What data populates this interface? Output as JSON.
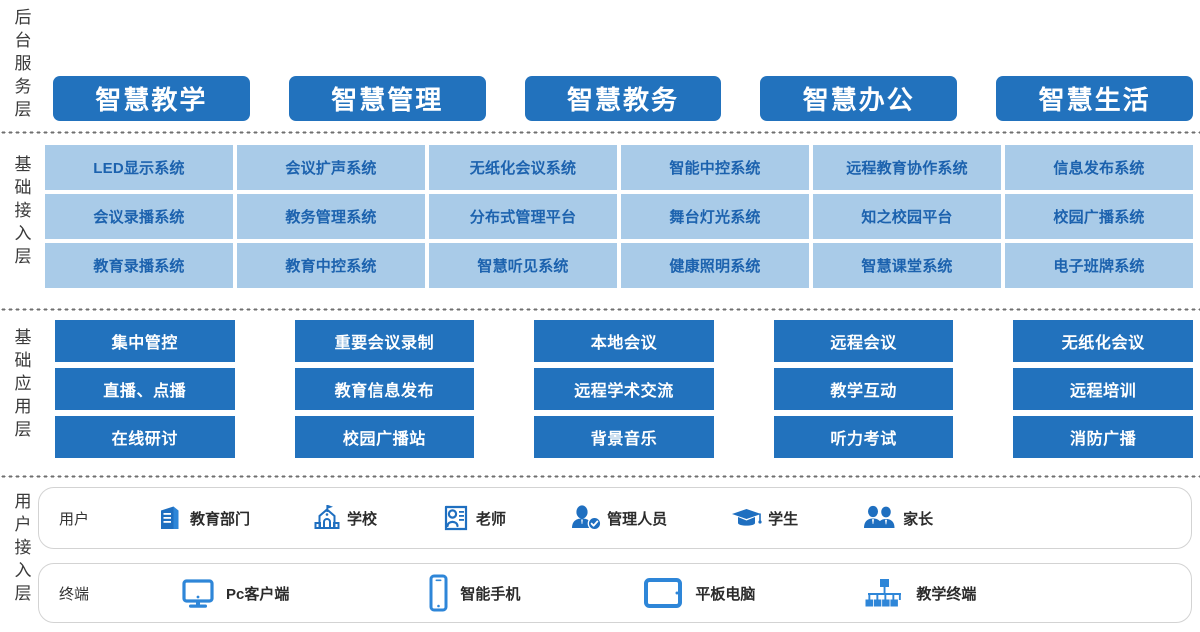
{
  "layers": [
    {
      "name": "backend-service-layer",
      "label": "后台服务层"
    },
    {
      "name": "basic-access-layer",
      "label": "基础接入层"
    },
    {
      "name": "basic-application-layer",
      "label": "基础应用层"
    },
    {
      "name": "user-access-layer",
      "label": "用户接入层"
    }
  ],
  "headers": [
    {
      "label": "智慧教学"
    },
    {
      "label": "智慧管理"
    },
    {
      "label": "智慧教务"
    },
    {
      "label": "智慧办公"
    },
    {
      "label": "智慧生活"
    }
  ],
  "access_layer": {
    "rows": [
      [
        "LED显示系统",
        "会议扩声系统",
        "无纸化会议系统",
        "智能中控系统",
        "远程教育协作系统",
        "信息发布系统"
      ],
      [
        "会议录播系统",
        "教务管理系统",
        "分布式管理平台",
        "舞台灯光系统",
        "知之校园平台",
        "校园广播系统"
      ],
      [
        "教育录播系统",
        "教育中控系统",
        "智慧听见系统",
        "健康照明系统",
        "智慧课堂系统",
        "电子班牌系统"
      ]
    ]
  },
  "application_layer": {
    "rows": [
      [
        "集中管控",
        "重要会议录制",
        "本地会议",
        "远程会议",
        "无纸化会议"
      ],
      [
        "直播、点播",
        "教育信息发布",
        "远程学术交流",
        "教学互动",
        "远程培训"
      ],
      [
        "在线研讨",
        "校园广播站",
        "背景音乐",
        "听力考试",
        "消防广播"
      ]
    ]
  },
  "users_bar": {
    "caption": "用户",
    "items": [
      {
        "icon": "education-department-icon",
        "label": "教育部门"
      },
      {
        "icon": "school-icon",
        "label": "学校"
      },
      {
        "icon": "teacher-icon",
        "label": "老师"
      },
      {
        "icon": "administrator-icon",
        "label": "管理人员"
      },
      {
        "icon": "student-graduation-cap-icon",
        "label": "学生"
      },
      {
        "icon": "parents-icon",
        "label": "家长"
      }
    ]
  },
  "terminals_bar": {
    "caption": "终端",
    "items": [
      {
        "icon": "desktop-monitor-icon",
        "label": "Pc客户端"
      },
      {
        "icon": "smartphone-icon",
        "label": "智能手机"
      },
      {
        "icon": "tablet-icon",
        "label": "平板电脑"
      },
      {
        "icon": "teaching-terminal-network-icon",
        "label": "教学终端"
      }
    ]
  },
  "colors": {
    "primary_blue": "#2272bd",
    "light_blue": "#a9cbe8",
    "access_text_blue": "#1c62ae",
    "divider_gray": "#6f6f6f",
    "bar_border": "#d3d3d3"
  }
}
